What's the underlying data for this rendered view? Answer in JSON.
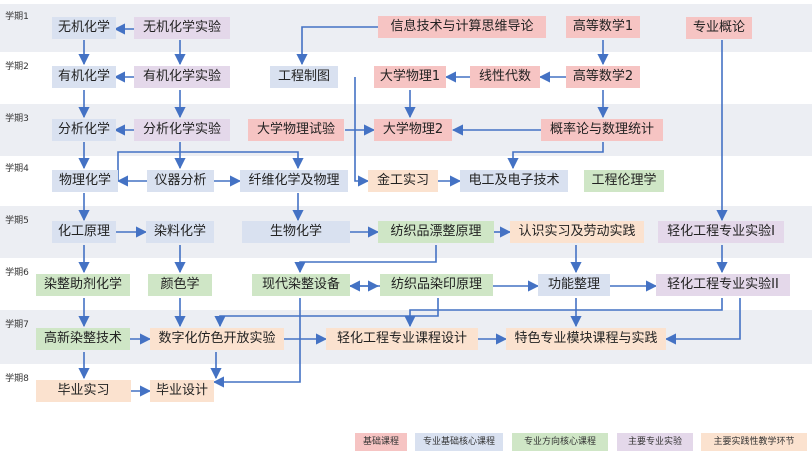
{
  "semesters": [
    {
      "id": "s1",
      "label": "学期1"
    },
    {
      "id": "s2",
      "label": "学期2"
    },
    {
      "id": "s3",
      "label": "学期3"
    },
    {
      "id": "s4",
      "label": "学期4"
    },
    {
      "id": "s5",
      "label": "学期5"
    },
    {
      "id": "s6",
      "label": "学期6"
    },
    {
      "id": "s7",
      "label": "学期7"
    },
    {
      "id": "s8",
      "label": "学期8"
    }
  ],
  "courses": [
    {
      "id": "wjhx",
      "label": "无机化学",
      "cat": "zy"
    },
    {
      "id": "wjhxsy",
      "label": "无机化学实验",
      "cat": "sy"
    },
    {
      "id": "xxjs",
      "label": "信息技术与计算思维导论",
      "cat": "jc"
    },
    {
      "id": "gdsx1",
      "label": "高等数学1",
      "cat": "jc"
    },
    {
      "id": "zygl",
      "label": "专业概论",
      "cat": "jc"
    },
    {
      "id": "yjhx",
      "label": "有机化学",
      "cat": "zy"
    },
    {
      "id": "yjhxsy",
      "label": "有机化学实验",
      "cat": "sy"
    },
    {
      "id": "gczt",
      "label": "工程制图",
      "cat": "zy"
    },
    {
      "id": "dxwl1",
      "label": "大学物理1",
      "cat": "jc"
    },
    {
      "id": "xxds",
      "label": "线性代数",
      "cat": "jc"
    },
    {
      "id": "gdsx2",
      "label": "高等数学2",
      "cat": "jc"
    },
    {
      "id": "fxhx",
      "label": "分析化学",
      "cat": "zy"
    },
    {
      "id": "fxhxsy",
      "label": "分析化学实验",
      "cat": "sy"
    },
    {
      "id": "dxwlsy",
      "label": "大学物理试验",
      "cat": "jc"
    },
    {
      "id": "dxwl2",
      "label": "大学物理2",
      "cat": "jc"
    },
    {
      "id": "gll",
      "label": "概率论与数理统计",
      "cat": "jc"
    },
    {
      "id": "wlhx",
      "label": "物理化学",
      "cat": "zy"
    },
    {
      "id": "yqfx",
      "label": "仪器分析",
      "cat": "zy"
    },
    {
      "id": "xwhx",
      "label": "纤维化学及物理",
      "cat": "zy"
    },
    {
      "id": "jgsx",
      "label": "金工实习",
      "cat": "sj"
    },
    {
      "id": "dgdz",
      "label": "电工及电子技术",
      "cat": "zy"
    },
    {
      "id": "gclx",
      "label": "工程伦理学",
      "cat": "fx"
    },
    {
      "id": "hgyl",
      "label": "化工原理",
      "cat": "zy"
    },
    {
      "id": "rlhx",
      "label": "染料化学",
      "cat": "zy"
    },
    {
      "id": "swhx",
      "label": "生物化学",
      "cat": "zy"
    },
    {
      "id": "fzpp",
      "label": "纺织品漂整原理",
      "cat": "fx"
    },
    {
      "id": "rssx",
      "label": "认识实习及劳动实践",
      "cat": "sj"
    },
    {
      "id": "qhsy1",
      "label": "轻化工程专业实验I",
      "cat": "sy"
    },
    {
      "id": "rzzj",
      "label": "染整助剂化学",
      "cat": "fx"
    },
    {
      "id": "yss",
      "label": "颜色学",
      "cat": "fx"
    },
    {
      "id": "xdrz",
      "label": "现代染整设备",
      "cat": "fx"
    },
    {
      "id": "fzpry",
      "label": "纺织品染印原理",
      "cat": "fx"
    },
    {
      "id": "gnzl",
      "label": "功能整理",
      "cat": "zy"
    },
    {
      "id": "qhsy2",
      "label": "轻化工程专业实验II",
      "cat": "sy"
    },
    {
      "id": "gxrz",
      "label": "高新染整技术",
      "cat": "fx"
    },
    {
      "id": "szhfs",
      "label": "数字化仿色开放实验",
      "cat": "sj"
    },
    {
      "id": "qhkc",
      "label": "轻化工程专业课程设计",
      "cat": "sj"
    },
    {
      "id": "tszy",
      "label": "特色专业模块课程与实践",
      "cat": "sj"
    },
    {
      "id": "bysx",
      "label": "毕业实习",
      "cat": "sj"
    },
    {
      "id": "bysj",
      "label": "毕业设计",
      "cat": "sj"
    }
  ],
  "legend": [
    {
      "id": "jc",
      "label": "基础课程"
    },
    {
      "id": "zy",
      "label": "专业基础核心课程"
    },
    {
      "id": "fx",
      "label": "专业方向核心课程"
    },
    {
      "id": "sy",
      "label": "主要专业实验"
    },
    {
      "id": "sj",
      "label": "主要实践性教学环节"
    }
  ],
  "colors": {
    "jc": "#f6c4c3",
    "zy": "#d9e1f0",
    "fx": "#cfe6c6",
    "sy": "#e4d8ea",
    "sj": "#fbe2cf",
    "arrow": "#4472c4",
    "band": "#eceef3"
  }
}
